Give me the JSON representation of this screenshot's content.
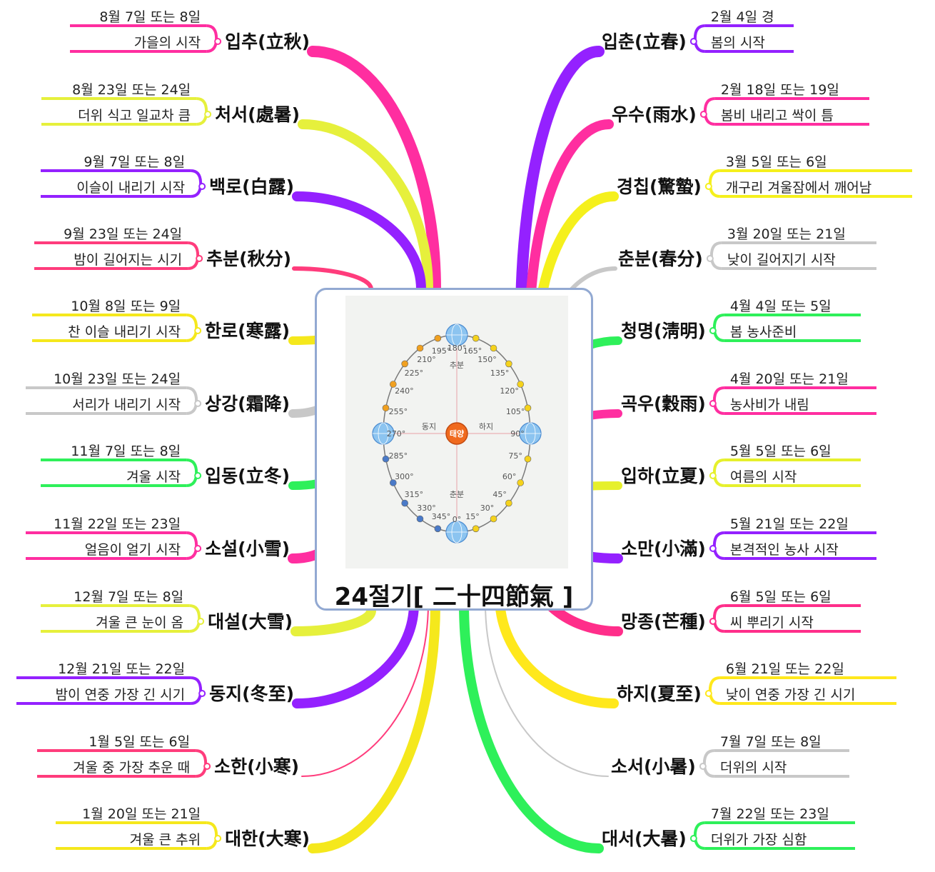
{
  "center": {
    "title": "24절기[ 二十四節氣 ]",
    "sun_label": "태양",
    "labels": {
      "spring": "춘분",
      "summer": "하지",
      "autumn": "추분",
      "winter": "동지"
    },
    "degrees": [
      "0°",
      "15°",
      "30°",
      "45°",
      "60°",
      "75°",
      "90°",
      "105°",
      "120°",
      "135°",
      "150°",
      "165°",
      "180°",
      "195°",
      "210°",
      "225°",
      "240°",
      "255°",
      "270°",
      "285°",
      "300°",
      "315°",
      "330°",
      "345°"
    ]
  },
  "terms": [
    {
      "name": "입춘(立春)",
      "date": "2월 4일 경",
      "desc": "봄의 시작",
      "color": "#9421ff"
    },
    {
      "name": "우수(雨水)",
      "date": "2월 18일 또는 19일",
      "desc": "봄비 내리고 싹이 틈",
      "color": "#ff2ea0"
    },
    {
      "name": "경칩(驚蟄)",
      "date": "3월 5일 또는 6일",
      "desc": "개구리 겨울잠에서 깨어남",
      "color": "#f5f01c"
    },
    {
      "name": "춘분(春分)",
      "date": "3월 20일 또는 21일",
      "desc": "낮이 길어지기 시작",
      "color": "#c8c8c8"
    },
    {
      "name": "청명(淸明)",
      "date": "4월 4일 또는 5일",
      "desc": "봄 농사준비",
      "color": "#2ef05a"
    },
    {
      "name": "곡우(穀雨)",
      "date": "4월 20일 또는 21일",
      "desc": "농사비가 내림",
      "color": "#ff2ea0"
    },
    {
      "name": "입하(立夏)",
      "date": "5월 5일 또는 6일",
      "desc": "여름의 시작",
      "color": "#e6f02c"
    },
    {
      "name": "소만(小滿)",
      "date": "5월 21일 또는 22일",
      "desc": "본격적인 농사 시작",
      "color": "#9421ff"
    },
    {
      "name": "망종(芒種)",
      "date": "6월 5일 또는 6일",
      "desc": "씨 뿌리기 시작",
      "color": "#ff2e8a"
    },
    {
      "name": "하지(夏至)",
      "date": "6월 21일 또는 22일",
      "desc": "낮이 연중 가장 긴 시기",
      "color": "#ffe81c"
    },
    {
      "name": "소서(小暑)",
      "date": "7월 7일 또는 8일",
      "desc": "더위의 시작",
      "color": "#c8c8c8"
    },
    {
      "name": "대서(大暑)",
      "date": "7월 22일 또는 23일",
      "desc": "더위가 가장 심함",
      "color": "#2ef05a"
    },
    {
      "name": "입추(立秋)",
      "date": "8월 7일 또는 8일",
      "desc": "가을의 시작",
      "color": "#ff2ea0"
    },
    {
      "name": "처서(處暑)",
      "date": "8월 23일 또는 24일",
      "desc": "더위 식고 일교차 큼",
      "color": "#e6f03c"
    },
    {
      "name": "백로(白露)",
      "date": "9월 7일 또는 8일",
      "desc": "이슬이 내리기 시작",
      "color": "#9421ff"
    },
    {
      "name": "추분(秋分)",
      "date": "9월 23일 또는 24일",
      "desc": "밤이 길어지는 시기",
      "color": "#ff3c7c"
    },
    {
      "name": "한로(寒露)",
      "date": "10월 8일 또는 9일",
      "desc": "찬 이슬 내리기 시작",
      "color": "#f5e81c"
    },
    {
      "name": "상강(霜降)",
      "date": "10월 23일 또는 24일",
      "desc": "서리가 내리기 시작",
      "color": "#c8c8c8"
    },
    {
      "name": "입동(立冬)",
      "date": "11월 7일 또는 8일",
      "desc": "겨울 시작",
      "color": "#2ef05a"
    },
    {
      "name": "소설(小雪)",
      "date": "11월 22일 또는 23일",
      "desc": "얼음이 얼기 시작",
      "color": "#ff2ea0"
    },
    {
      "name": "대설(大雪)",
      "date": "12월 7일 또는 8일",
      "desc": "겨울 큰 눈이 옴",
      "color": "#e6f03c"
    },
    {
      "name": "동지(冬至)",
      "date": "12월 21일 또는 22일",
      "desc": "밤이 연중 가장 긴 시기",
      "color": "#9421ff"
    },
    {
      "name": "소한(小寒)",
      "date": "1월 5일 또는 6일",
      "desc": "겨울 중 가장 추운 때",
      "color": "#ff3c7c"
    },
    {
      "name": "대한(大寒)",
      "date": "1월 20일 또는 21일",
      "desc": "겨울 큰 추위",
      "color": "#f5e81c"
    }
  ]
}
